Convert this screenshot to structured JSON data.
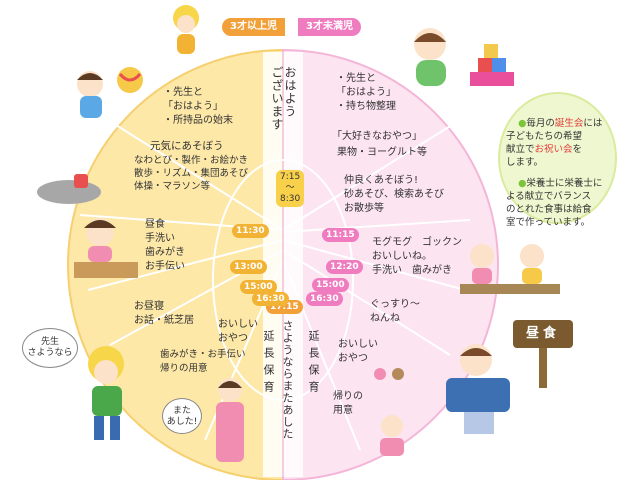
{
  "header": {
    "older_label": "3才以上児",
    "younger_label": "3才未満児",
    "older_color": "#f2b233",
    "younger_color": "#f07cc0"
  },
  "center": {
    "greeting": "おはよう\nございます",
    "arrival_time": "7:15\n〜\n8:30",
    "goodbye": "さようならまたあした",
    "goodbye_time": "17:15"
  },
  "older": {
    "morning": "・先生と\n「おはよう」\n・所持品の始末",
    "activities_title": "元気にあそぼう",
    "activities": "なわとび・製作・お絵かき\n散歩・リズム・集団あそび\n体操・マラソン等",
    "lunch": "昼食\n手洗い\n歯みがき\nお手伝い",
    "nap": "お昼寝\nお話・紙芝居",
    "snack": "おいしい\nおやつ",
    "home_prep": "歯みがき・お手伝い\n帰りの用意",
    "extended": "延長保育",
    "times": {
      "t1": "11:30",
      "t2": "13:00",
      "t3": "15:00",
      "t4": "16:30"
    }
  },
  "younger": {
    "morning": "・先生と\n「おはよう」\n・持ち物整理",
    "snack_title": "「大好きなおやつ」",
    "snack_items": "果物・ヨーグルト等",
    "play": "仲良くあそぼう!\n砂あそび、検索あそび\nお散歩等",
    "lunch": "モグモグ　ゴックン\nおいしいね。\n手洗い　歯みがき",
    "nap": "ぐっすり〜\nねんね",
    "snack": "おいしい\nおやつ",
    "home_prep": "帰りの\n用意",
    "extended": "延長保育",
    "times": {
      "t1": "11:15",
      "t2": "12:20",
      "t3": "15:00",
      "t4": "16:30"
    }
  },
  "notes": {
    "item1_a": "毎月の",
    "item1_b": "誕生会",
    "item1_c": "には\n子どもたちの希望\n献立で",
    "item1_d": "お祝い会",
    "item1_e": "を\nします。",
    "item2": "栄養士に栄養士に\nよる献立でバランス\nのとれた食事は給食\n室で作っています。"
  },
  "sign_label": "昼食",
  "bubbles": {
    "left_top": "先生\nさようなら",
    "left_bottom": "また\nあした!"
  },
  "icons": [
    "child-helmet-icon",
    "baby-blocks-icon",
    "child-ball-icon",
    "sandbox-icon",
    "child-lunch-icon",
    "children-eating-icon",
    "sleeping-child-icon",
    "child-goodbye-icon",
    "child-apron-icon",
    "candy-icon",
    "child-snack-icon",
    "wooden-sign-icon"
  ]
}
